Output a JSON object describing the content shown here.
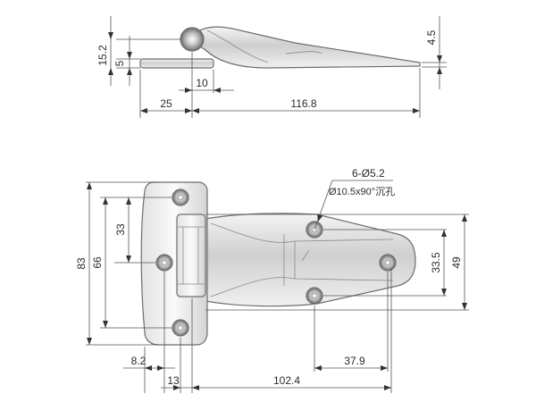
{
  "side_view": {
    "dims": {
      "height_total": "15.2",
      "base_thickness": "5",
      "tip_thickness": "4.5",
      "knuckle_offset": "10",
      "base_length": "25",
      "leaf_length": "116.8"
    }
  },
  "top_view": {
    "hole_spec_line1": "6-Ø5.2",
    "hole_spec_line2": "Ø10.5x90°沉孔",
    "dims": {
      "overall_height": "83",
      "base_hole_span": "66",
      "base_half_span": "33",
      "leaf_hole_span": "33.5",
      "leaf_width": "49",
      "left_offset": "8.2",
      "hinge_offset": "13",
      "overall_length": "102.4",
      "tip_hole_offset": "37.9"
    }
  }
}
